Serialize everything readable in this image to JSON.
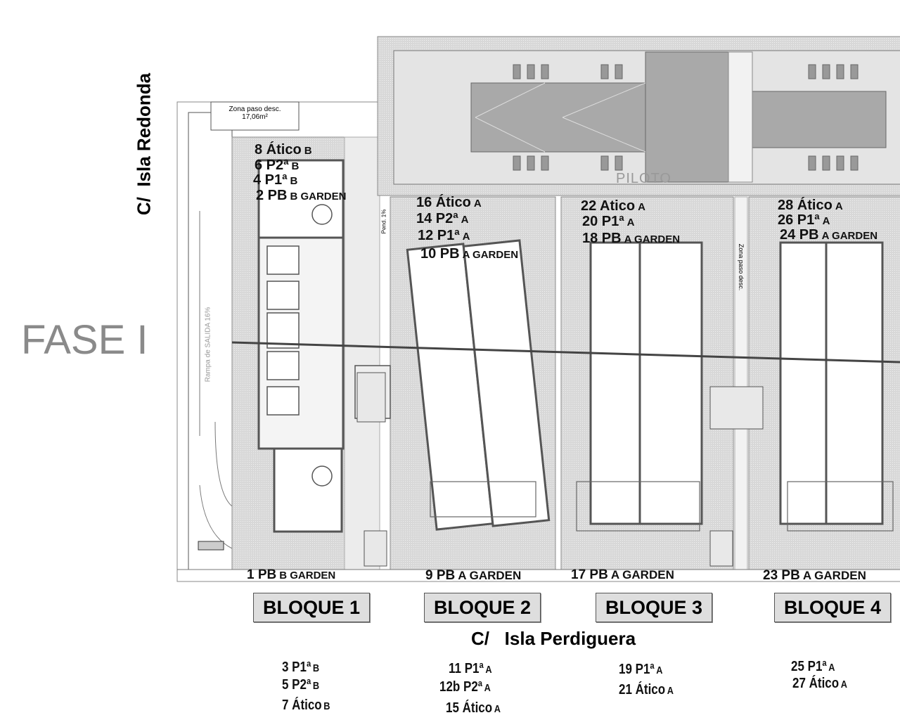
{
  "phase_title": "FASE I",
  "streets": {
    "left": "C/  Isla Redonda",
    "bottom": "C/   Isla Perdiguera"
  },
  "pool_area": {
    "label": "PILOTO"
  },
  "zones": {
    "zona_paso": "Zona paso desc.",
    "zona_paso_area": "17,06m²",
    "zona_paso_2": "Zona paso desc.",
    "ramp": "Rampa de SALIDA 16%",
    "pend": "Pend. 1%"
  },
  "blocks": [
    {
      "name": "BLOQUE 1",
      "upper_units": [
        {
          "num": "8 Ático",
          "suffix": "B"
        },
        {
          "num": "6 P2ª",
          "suffix": "B"
        },
        {
          "num": "4 P1ª",
          "suffix": "B"
        },
        {
          "num": "2 PB",
          "suffix": "B GARDEN"
        }
      ],
      "ground_unit": {
        "num": "1 PB",
        "suffix": "B GARDEN"
      },
      "street_units": [
        {
          "num": "3 P1ª",
          "suffix": "B"
        },
        {
          "num": "5 P2ª",
          "suffix": "B"
        },
        {
          "num": "7 Ático",
          "suffix": "B"
        }
      ]
    },
    {
      "name": "BLOQUE 2",
      "upper_units": [
        {
          "num": "16 Ático",
          "suffix": "A"
        },
        {
          "num": "14 P2ª",
          "suffix": "A"
        },
        {
          "num": "12 P1ª",
          "suffix": "A"
        },
        {
          "num": "10 PB",
          "suffix": "A GARDEN"
        }
      ],
      "ground_unit": {
        "num": "9 PB",
        "suffix": "A GARDEN"
      },
      "street_units": [
        {
          "num": "11 P1ª",
          "suffix": "A"
        },
        {
          "num": "12b P2ª",
          "suffix": "A"
        },
        {
          "num": "15 Ático",
          "suffix": "A"
        }
      ]
    },
    {
      "name": "BLOQUE 3",
      "upper_units": [
        {
          "num": "22 Atico",
          "suffix": "A"
        },
        {
          "num": "20 P1ª",
          "suffix": "A"
        },
        {
          "num": "18 PB",
          "suffix": "A GARDEN"
        }
      ],
      "ground_unit": {
        "num": "17 PB",
        "suffix": "A GARDEN"
      },
      "street_units": [
        {
          "num": "19 P1ª",
          "suffix": "A"
        },
        {
          "num": "21 Ático",
          "suffix": "A"
        }
      ]
    },
    {
      "name": "BLOQUE 4",
      "upper_units": [
        {
          "num": "28 Ático",
          "suffix": "A"
        },
        {
          "num": "26 P1ª",
          "suffix": "A"
        },
        {
          "num": "24 PB",
          "suffix": "A GARDEN"
        }
      ],
      "ground_unit": {
        "num": "23 PB",
        "suffix": "A GARDEN"
      },
      "street_units": [
        {
          "num": "25 P1ª",
          "suffix": "A"
        },
        {
          "num": "27 Ático",
          "suffix": "A"
        }
      ]
    }
  ],
  "colors": {
    "ground": "#dcdcdc",
    "pool": "#a9a9a9",
    "building": "#ffffff",
    "wall": "#555555",
    "phase_text": "#8a8a8a"
  }
}
